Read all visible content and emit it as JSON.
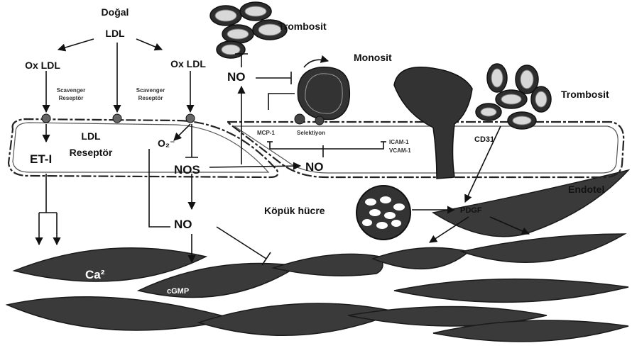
{
  "labels": {
    "dogal_ldl_line1": "Doğal",
    "dogal_ldl_line2": "LDL",
    "ox_ldl_left": "Ox LDL",
    "ox_ldl_right": "Ox LDL",
    "scavenger_left_1": "Scavenger",
    "scavenger_left_2": "Reseptör",
    "scavenger_right_1": "Scavenger",
    "scavenger_right_2": "Reseptör",
    "ldl_receptor_1": "LDL",
    "ldl_receptor_2": "Reseptör",
    "et1": "ET-I",
    "superoxide": "O₂⁻",
    "nos": "NOS",
    "no_top": "NO",
    "no_middle": "NO",
    "no_bottom": "NO",
    "trombosit_top": "Trombosit",
    "trombosit_right": "Trombosit",
    "monosit": "Monosit",
    "mcp1": "MCP-1",
    "selektin": "Selektiyon",
    "icam1": "ICAM-1",
    "vcam1": "VCAM-1",
    "cd31": "CD31",
    "endotel": "Endotel",
    "kopuk_hucre": "Köpük hücre",
    "pdgf": "PDGF",
    "ca2": "Ca²",
    "cgmp": "cGMP"
  },
  "colors": {
    "cell_fill": "#3a3a3a",
    "line": "#111111",
    "background": "#ffffff"
  }
}
